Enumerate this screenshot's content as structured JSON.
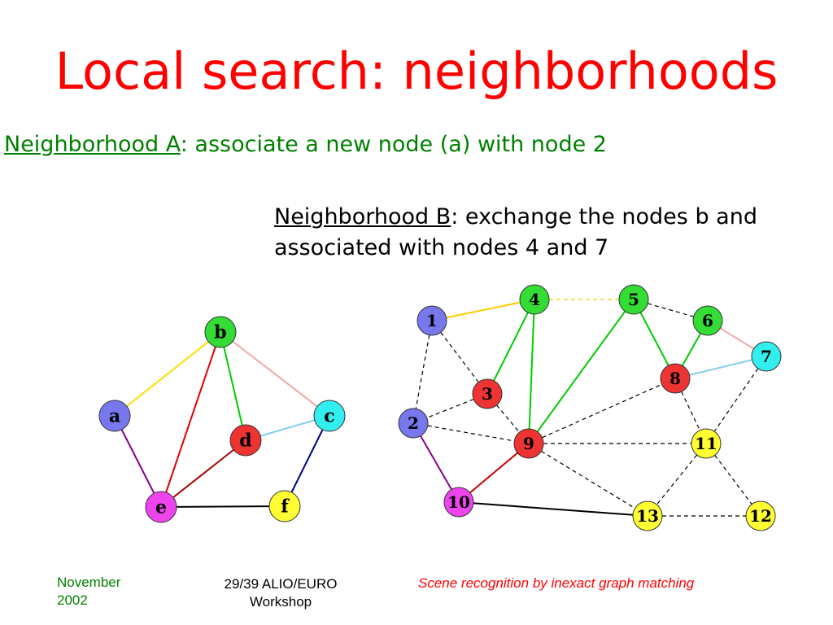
{
  "slide": {
    "title": "Local search: neighborhoods",
    "neighborhood_a": {
      "label": "Neighborhood A",
      "text": ": associate a new node (a) with node 2"
    },
    "neighborhood_b": {
      "label": "Neighborhood B",
      "text_line1": ": exchange the nodes b and",
      "text_line2": "associated with nodes 4 and 7"
    }
  },
  "graph_left": {
    "nodes": [
      {
        "id": "b",
        "label": "b",
        "color": "#33dd33"
      },
      {
        "id": "a",
        "label": "a",
        "color": "#7777ee"
      },
      {
        "id": "c",
        "label": "c",
        "color": "#33eeee"
      },
      {
        "id": "d",
        "label": "d",
        "color": "#ee3333"
      },
      {
        "id": "e",
        "label": "e",
        "color": "#ee44ee"
      },
      {
        "id": "f",
        "label": "f",
        "color": "#ffff33"
      }
    ],
    "edges": [
      {
        "from": "a",
        "to": "b",
        "color": "#ffdd00",
        "style": "solid"
      },
      {
        "from": "b",
        "to": "e",
        "color": "#dd0000",
        "style": "solid"
      },
      {
        "from": "b",
        "to": "d",
        "color": "#00cc00",
        "style": "solid"
      },
      {
        "from": "b",
        "to": "c",
        "color": "#f0a8a8",
        "style": "solid"
      },
      {
        "from": "d",
        "to": "c",
        "color": "#88ccee",
        "style": "solid"
      },
      {
        "from": "d",
        "to": "e",
        "color": "#aa0000",
        "style": "solid"
      },
      {
        "from": "a",
        "to": "e",
        "color": "#880088",
        "style": "solid"
      },
      {
        "from": "c",
        "to": "f",
        "color": "#000088",
        "style": "solid"
      },
      {
        "from": "e",
        "to": "f",
        "color": "#000000",
        "style": "solid"
      }
    ]
  },
  "graph_right": {
    "nodes": [
      {
        "id": "n1",
        "label": "1",
        "color": "#7777ee"
      },
      {
        "id": "n2",
        "label": "2",
        "color": "#7777ee"
      },
      {
        "id": "n3",
        "label": "3",
        "color": "#ee3333"
      },
      {
        "id": "n4",
        "label": "4",
        "color": "#33dd33"
      },
      {
        "id": "n5",
        "label": "5",
        "color": "#33dd33"
      },
      {
        "id": "n6",
        "label": "6",
        "color": "#33dd33"
      },
      {
        "id": "n7",
        "label": "7",
        "color": "#33eeee"
      },
      {
        "id": "n8",
        "label": "8",
        "color": "#ee3333"
      },
      {
        "id": "n9",
        "label": "9",
        "color": "#ee3333"
      },
      {
        "id": "n10",
        "label": "10",
        "color": "#ee44ee"
      },
      {
        "id": "n11",
        "label": "11",
        "color": "#ffff33"
      },
      {
        "id": "n12",
        "label": "12",
        "color": "#ffff33"
      },
      {
        "id": "n13",
        "label": "13",
        "color": "#ffff33"
      }
    ],
    "edges": [
      {
        "from": "n1",
        "to": "n4",
        "color": "#ffcc00",
        "style": "solid"
      },
      {
        "from": "n4",
        "to": "n5",
        "color": "#e6d200",
        "style": "dashed"
      },
      {
        "from": "n5",
        "to": "n6",
        "color": "#000000",
        "style": "dashed"
      },
      {
        "from": "n6",
        "to": "n7",
        "color": "#f0a8a8",
        "style": "solid"
      },
      {
        "from": "n6",
        "to": "n8",
        "color": "#00cc00",
        "style": "solid"
      },
      {
        "from": "n5",
        "to": "n8",
        "color": "#00cc00",
        "style": "solid"
      },
      {
        "from": "n5",
        "to": "n9",
        "color": "#00cc00",
        "style": "solid"
      },
      {
        "from": "n4",
        "to": "n3",
        "color": "#00cc00",
        "style": "solid"
      },
      {
        "from": "n4",
        "to": "n9",
        "color": "#00cc00",
        "style": "solid"
      },
      {
        "from": "n8",
        "to": "n7",
        "color": "#88ccee",
        "style": "solid"
      },
      {
        "from": "n1",
        "to": "n3",
        "color": "#000000",
        "style": "dashed"
      },
      {
        "from": "n1",
        "to": "n2",
        "color": "#000000",
        "style": "dashed"
      },
      {
        "from": "n3",
        "to": "n2",
        "color": "#000000",
        "style": "dashed"
      },
      {
        "from": "n3",
        "to": "n9",
        "color": "#000000",
        "style": "dashed"
      },
      {
        "from": "n2",
        "to": "n9",
        "color": "#000000",
        "style": "dashed"
      },
      {
        "from": "n2",
        "to": "n10",
        "color": "#880088",
        "style": "solid"
      },
      {
        "from": "n9",
        "to": "n10",
        "color": "#cc0000",
        "style": "solid"
      },
      {
        "from": "n9",
        "to": "n8",
        "color": "#000000",
        "style": "dashed"
      },
      {
        "from": "n9",
        "to": "n11",
        "color": "#000000",
        "style": "dashed"
      },
      {
        "from": "n9",
        "to": "n13",
        "color": "#000000",
        "style": "dashed"
      },
      {
        "from": "n8",
        "to": "n11",
        "color": "#000000",
        "style": "dashed"
      },
      {
        "from": "n7",
        "to": "n11",
        "color": "#000000",
        "style": "dashed"
      },
      {
        "from": "n11",
        "to": "n13",
        "color": "#000000",
        "style": "dashed"
      },
      {
        "from": "n11",
        "to": "n12",
        "color": "#000000",
        "style": "dashed"
      },
      {
        "from": "n13",
        "to": "n12",
        "color": "#000000",
        "style": "dashed"
      },
      {
        "from": "n10",
        "to": "n13",
        "color": "#000000",
        "style": "solid"
      }
    ]
  },
  "footer": {
    "date": "November 2002",
    "center": "29/39 ALIO/EURO Workshop",
    "right": "Scene recognition by inexact graph matching"
  }
}
